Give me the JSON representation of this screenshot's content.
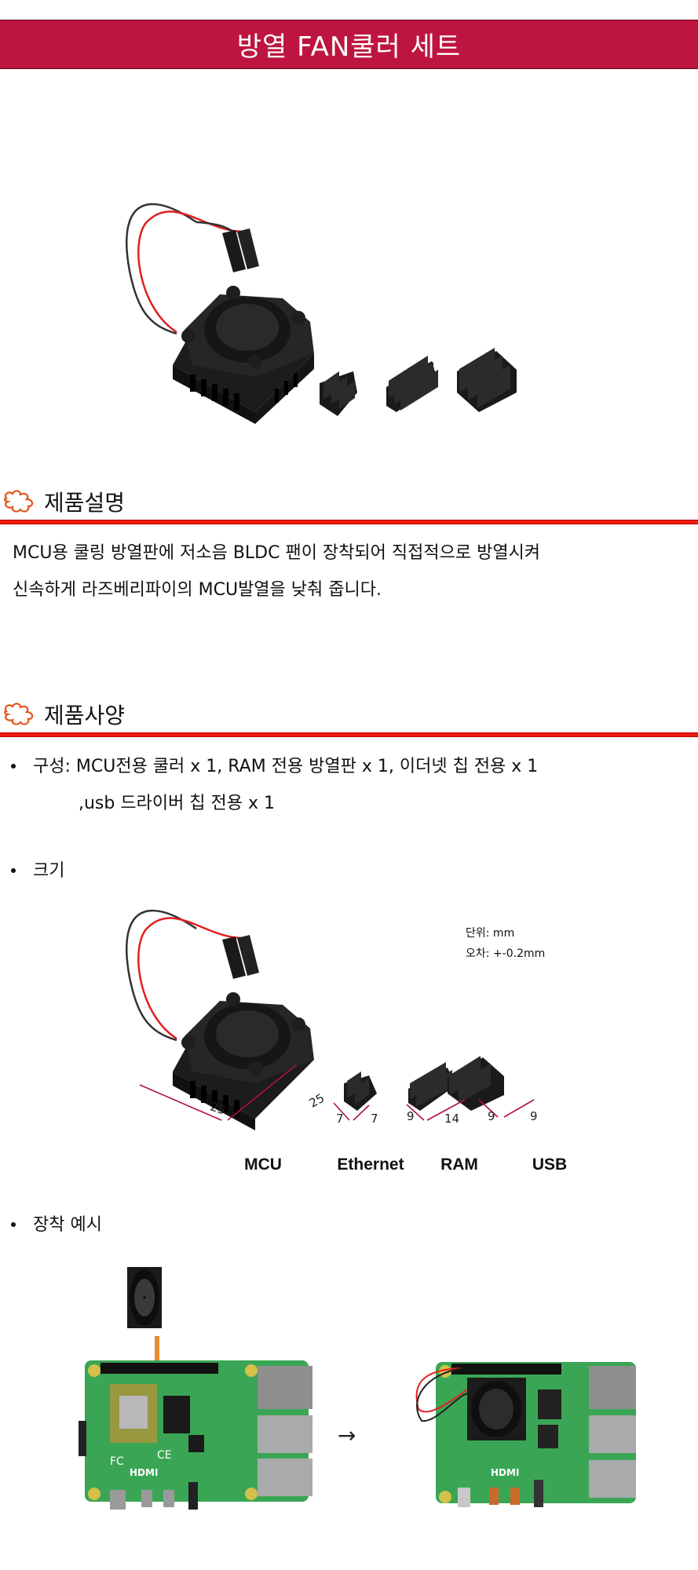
{
  "banner": {
    "title": "방열 FAN쿨러 세트",
    "color": "#BE1540"
  },
  "product_image": {
    "alt": "Fan cooler with 3-wire-free 2-pin connector and three heatsinks",
    "components": [
      "fan-cooler",
      "ethernet-heatsink",
      "ram-heatsink",
      "usb-heatsink"
    ]
  },
  "description_section": {
    "icon": "puzzle-icon",
    "title": "제품설명",
    "lines": [
      "MCU용 쿨링 방열판에 저소음 BLDC 팬이 장착되어 직접적으로 방열시켜",
      "신속하게 라즈베리파이의 MCU발열을 낮춰 줍니다."
    ]
  },
  "spec_section": {
    "icon": "puzzle-icon",
    "title": "제품사양",
    "composition": {
      "line1": "구성: MCU전용 쿨러 x 1, RAM 전용 방열판 x 1, 이더넷 칩 전용 x 1",
      "line2": ",usb 드라이버 칩 전용 x 1"
    },
    "size": {
      "label": "크기",
      "unit_note": "단위: mm",
      "tolerance_note": "오차: +-0.2mm",
      "dimensions": {
        "mcu": [
          "25",
          "25"
        ],
        "ethernet": [
          "7",
          "7"
        ],
        "ram": [
          "9",
          "14"
        ],
        "usb": [
          "9",
          "9"
        ]
      },
      "component_labels": [
        "MCU",
        "Ethernet",
        "RAM",
        "USB"
      ]
    },
    "install": {
      "label": "장착 예시",
      "arrow": "→"
    }
  },
  "colors": {
    "accent_red": "#ee1c0e",
    "dimension_arrow": "#b0123e",
    "pcb_green": "#3aa655"
  }
}
